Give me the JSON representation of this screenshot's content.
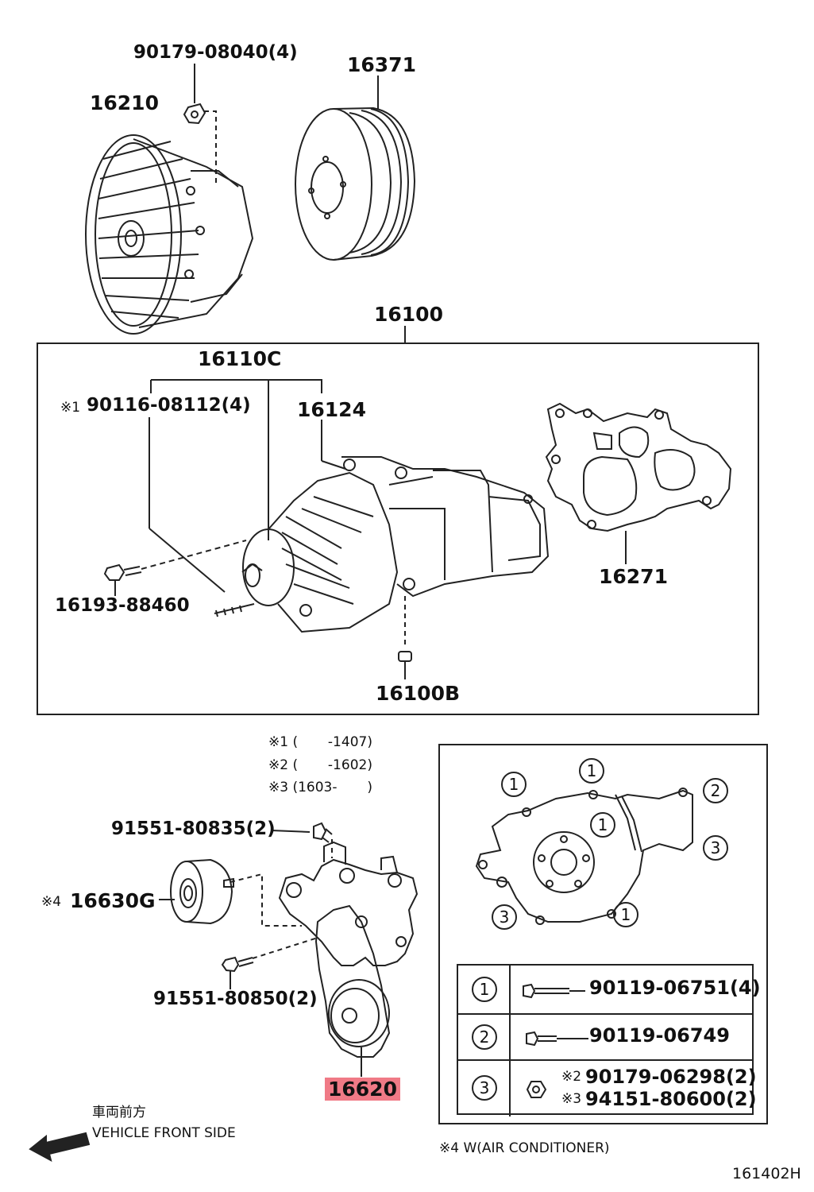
{
  "parts": {
    "fan_bolt": "90179-08040(4)",
    "fan_clutch": "16210",
    "pulley": "16371",
    "pump_assy": "16100",
    "pump_sub": "16110C",
    "pump_bolt_mark": "※1",
    "pump_bolt": "90116-08112(4)",
    "gasket_pump": "16124",
    "gasket": "16271",
    "stud": "16193-88460",
    "plug": "16100B",
    "bracket_bolt_top": "91551-80835(2)",
    "idler_mark": "※4",
    "idler": "16630G",
    "bracket_bolt_low": "91551-80850(2)",
    "tensioner": "16620"
  },
  "notes": {
    "n1": "※1 (       -1407)",
    "n2": "※2 (       -1602)",
    "n3": "※3 (1603-       )"
  },
  "direction": {
    "jp": "車両前方",
    "en": "VEHICLE FRONT SIDE"
  },
  "inset_markers": [
    "1",
    "1",
    "2",
    "1",
    "3",
    "3",
    "1"
  ],
  "legend": {
    "rows": [
      {
        "symbol": "1",
        "part": "90119-06751(4)"
      },
      {
        "symbol": "2",
        "part": "90119-06749"
      },
      {
        "symbol": "3",
        "mark_a": "※2",
        "part_a": "90179-06298(2)",
        "mark_b": "※3",
        "part_b": "94151-80600(2)"
      }
    ]
  },
  "footnote": "※4 W(AIR CONDITIONER)",
  "diagram_id": "161402H",
  "colors": {
    "highlight": "#f07a86",
    "ink": "#111111"
  }
}
